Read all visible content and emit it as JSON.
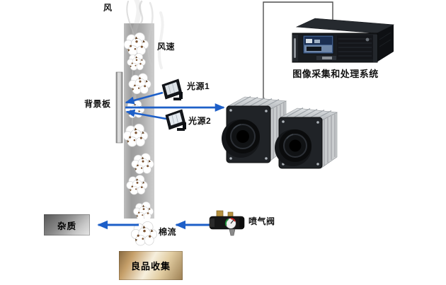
{
  "labels": {
    "wind": "风",
    "wind_speed": "风速",
    "background_board": "背景板",
    "light_source_1": "光源1",
    "light_source_2": "光源2",
    "image_system": "图像采集和处理系统",
    "impurity": "杂质",
    "cotton_flow": "棉流",
    "jet_valve": "喷气阀",
    "good_collection": "良品收集"
  },
  "icons": {
    "smoke": "wind-smoke-wisps",
    "duct": "vertical-gray-duct",
    "background_board": "gray-board-bar",
    "cotton": "cotton-boll-cluster",
    "floodlight": "led-floodlight",
    "camera": "industrial-camera",
    "server": "rackmount-computer",
    "valve": "air-jet-valve",
    "arrow": "blue-arrow"
  },
  "colors": {
    "background": "#ffffff",
    "arrow_blue": "#1d5fc8",
    "wire_gray": "#4f4f4f",
    "duct_gray": "#a6a6a6",
    "impurity_dark": "#565656",
    "impurity_light": "#e6e6e6",
    "collection_bronze": "#8f7144",
    "collection_cream": "#f6efdd",
    "cotton_white": "#ffffff",
    "bract_brown": "#7a5230"
  }
}
